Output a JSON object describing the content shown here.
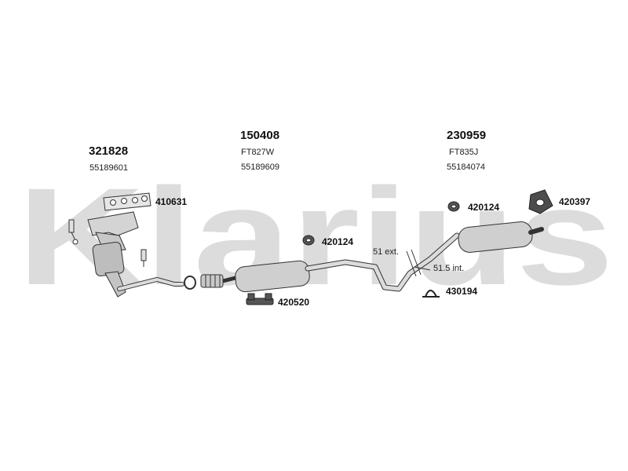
{
  "watermark": "Klarius",
  "groups": [
    {
      "part_no": "321828",
      "oe_no": "55189601"
    },
    {
      "part_no": "150408",
      "variant": "FT827W",
      "oe_no": "55189609"
    },
    {
      "part_no": "230959",
      "variant": "FT835J",
      "oe_no": "55184074"
    }
  ],
  "callouts": {
    "gasket": "410631",
    "hanger_mid": "420124",
    "mount_bracket": "420520",
    "hanger_rear": "420124",
    "rubber_mount": "420397",
    "clamp": "430194"
  },
  "dimensions": {
    "ext": "51 ext.",
    "int": "51.5 int."
  },
  "colors": {
    "watermark": "#d9d9d9",
    "line": "#333333",
    "part_fill": "#cfcfcf",
    "dark_fill": "#555555"
  }
}
